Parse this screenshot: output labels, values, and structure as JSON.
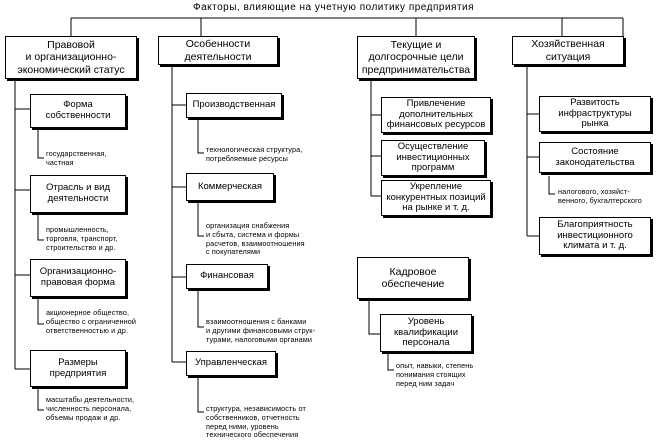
{
  "title": "Факторы, влияющие на учетную политику предприятия",
  "col1": {
    "header": "Правовой\nи организационно-\nэкономический статус",
    "items": [
      {
        "label": "Форма\nсобственности",
        "note": "государственная,\nчастная"
      },
      {
        "label": "Отрасль и вид\nдеятельности",
        "note": "промышленность,\nторговля, транспорт,\nстроительство и др."
      },
      {
        "label": "Организационно-\nправовая форма",
        "note": "акционерное общество,\nобщество с ограниченной\nответственностью и др."
      },
      {
        "label": "Размеры\nпредприятия",
        "note": "масштабы деятельности,\nчисленность персонала,\nобъемы продаж и др."
      }
    ]
  },
  "col2": {
    "header": "Особенности\nдеятельности",
    "items": [
      {
        "label": "Производственная",
        "note": "технологическая структура,\nпотребляемые ресурсы"
      },
      {
        "label": "Коммерческая",
        "note": "организация снабжения\nи сбыта, система и формы\nрасчетов, взаимоотношения\nс покупателями"
      },
      {
        "label": "Финансовая",
        "note": "взаимоотношения с банками\nи другими финансовыми струк-\nтурами, налоговыми органами"
      },
      {
        "label": "Управленческая",
        "note": "структура, независимость от\nсобственников, отчетность\nперед ними, уровень\nтехнического обеспечения"
      }
    ]
  },
  "col3": {
    "header": "Текущие и\nдолгосрочные цели\nпредпринимательства",
    "items": [
      {
        "label": "Привлечение\nдополнительных\nфинансовых ресурсов"
      },
      {
        "label": "Осуществление\nинвестиционных\nпрограмм"
      },
      {
        "label": "Укрепление\nконкурентных позиций\nна рынке и т. д."
      }
    ]
  },
  "col4": {
    "header": "Хозяйственная\nситуация",
    "items": [
      {
        "label": "Развитость\nинфраструктуры\nрынка"
      },
      {
        "label": "Состояние\nзаконодательства",
        "note": "налогового, хозяйст-\nвенного, бухгалтерского"
      },
      {
        "label": "Благоприятность\nинвестиционного\nклимата и т. д."
      }
    ]
  },
  "col5": {
    "header": "Кадровое\nобеспечение",
    "items": [
      {
        "label": "Уровень\nквалификации\nперсонала",
        "note": "опыт, навыки, степень\nпонимания стоящих\nперед ним задач"
      }
    ]
  }
}
